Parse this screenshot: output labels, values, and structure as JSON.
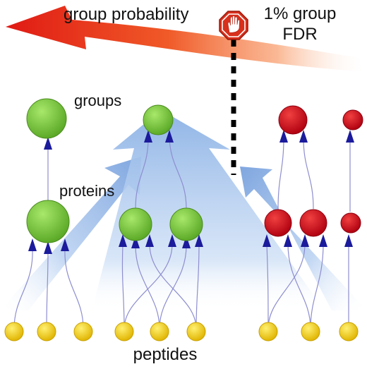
{
  "labels": {
    "group_probability": "group probability",
    "fdr_line1": "1% group",
    "fdr_line2": "FDR",
    "groups": "groups",
    "proteins": "proteins",
    "peptides": "peptides"
  },
  "icons": {
    "stop_sign": "stop-hand-icon"
  },
  "colors": {
    "accepted": "#7ac943",
    "rejected": "#d00018",
    "peptide": "#f0c800",
    "edge": "#8e8ed0",
    "arrowhead": "#1b1b9c",
    "inference_arrow": "#8fb4e6",
    "probability_arrow": "#e8301c"
  }
}
